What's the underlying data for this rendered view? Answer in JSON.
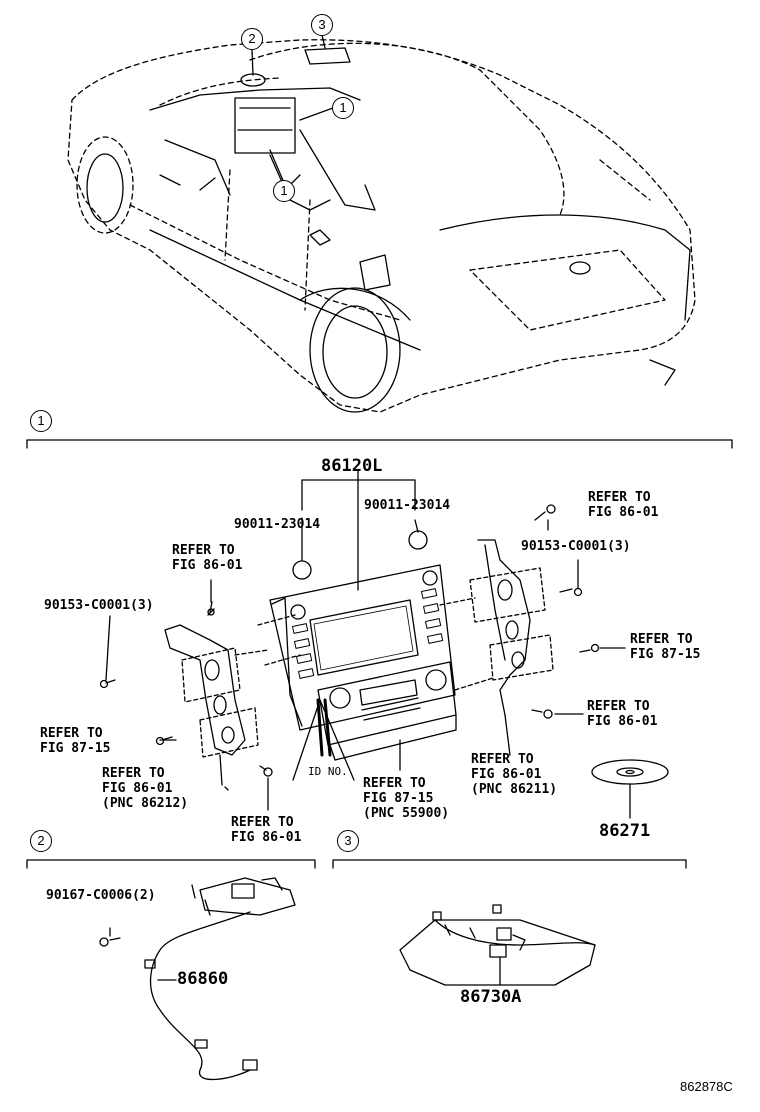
{
  "callouts": {
    "one": "1",
    "two": "2",
    "three": "3"
  },
  "section1": {
    "part_main": "86120L",
    "screw_left": "90011-23014",
    "screw_right": "90011-23014",
    "ref_tl": [
      "REFER TO",
      "FIG 86-01"
    ],
    "bolt_left": "90153-C0001(3)",
    "ref_tr": [
      "REFER TO",
      "FIG 86-01"
    ],
    "bolt_right": "90153-C0001(3)",
    "ref_r1": [
      "REFER TO",
      "FIG 87-15"
    ],
    "ref_r2": [
      "REFER TO",
      "FIG 86-01"
    ],
    "ref_l1": [
      "REFER TO",
      "FIG 87-15"
    ],
    "ref_l2": [
      "REFER TO",
      "FIG 86-01",
      "(PNC 86212)"
    ],
    "ref_bottom": [
      "REFER TO",
      "FIG 86-01"
    ],
    "id_no": "ID NO.",
    "ref_c": [
      "REFER TO",
      "FIG 87-15",
      "(PNC 55900)"
    ],
    "ref_rb": [
      "REFER TO",
      "FIG 86-01",
      "(PNC 86211)"
    ],
    "disc": "86271"
  },
  "section2": {
    "bolt": "90167-C0006(2)",
    "harness": "86860"
  },
  "section3": {
    "part": "86730A"
  },
  "figure_code": "862878C"
}
